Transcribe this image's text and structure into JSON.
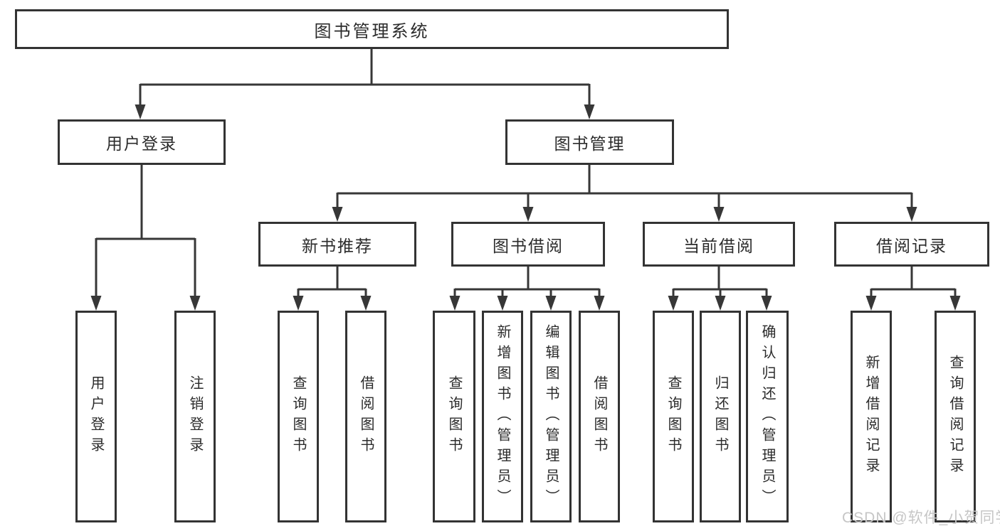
{
  "diagram": {
    "type": "hierarchy",
    "root": {
      "label": "图书管理系统"
    },
    "level2": [
      {
        "label": "用户登录",
        "parent": "图书管理系统"
      },
      {
        "label": "图书管理",
        "parent": "图书管理系统"
      }
    ],
    "level3": [
      {
        "label": "新书推荐",
        "parent": "图书管理"
      },
      {
        "label": "图书借阅",
        "parent": "图书管理"
      },
      {
        "label": "当前借阅",
        "parent": "图书管理"
      },
      {
        "label": "借阅记录",
        "parent": "图书管理"
      }
    ],
    "leaves": [
      {
        "label": "用户登录",
        "parent": "用户登录"
      },
      {
        "label": "注销登录",
        "parent": "用户登录"
      },
      {
        "label": "查询图书",
        "parent": "新书推荐"
      },
      {
        "label": "借阅图书",
        "parent": "新书推荐"
      },
      {
        "label": "查询图书",
        "parent": "图书借阅"
      },
      {
        "label": "新增图书（管理员）",
        "parent": "图书借阅"
      },
      {
        "label": "编辑图书（管理员）",
        "parent": "图书借阅"
      },
      {
        "label": "借阅图书",
        "parent": "图书借阅"
      },
      {
        "label": "查询图书",
        "parent": "当前借阅"
      },
      {
        "label": "归还图书",
        "parent": "当前借阅"
      },
      {
        "label": "确认归还（管理员）",
        "parent": "当前借阅"
      },
      {
        "label": "新增借阅记录",
        "parent": "借阅记录"
      },
      {
        "label": "查询借阅记录",
        "parent": "借阅记录"
      }
    ],
    "colors": {
      "line": "#373737",
      "border": "#333333",
      "text": "#2b2b2b",
      "watermark": "#c6c6c6",
      "background": "#ffffff"
    }
  },
  "watermark": {
    "text": "CSDN @软件_小贺同学"
  }
}
